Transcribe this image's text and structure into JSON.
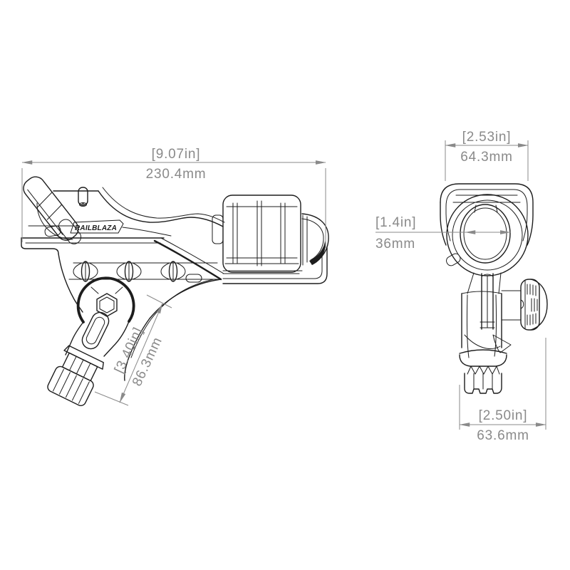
{
  "colors": {
    "background": "#ffffff",
    "line": "#1d1d1d",
    "dimension": "#8a8a8a"
  },
  "brand": {
    "logo_text": "RAILBLAZA"
  },
  "views": {
    "side": {
      "label": "side-view-of-rod-holder",
      "dimensions": {
        "overall_length": {
          "inches": "[9.07in]",
          "millimeters": "230.4mm"
        },
        "mount_height": {
          "inches": "[3.40in]",
          "millimeters": "86.3mm"
        }
      }
    },
    "front": {
      "label": "front-view-of-rod-holder",
      "dimensions": {
        "overall_width": {
          "inches": "[2.53in]",
          "millimeters": "64.3mm"
        },
        "inner_diameter": {
          "inches": "[1.4in]",
          "millimeters": "36mm"
        },
        "base_width": {
          "inches": "[2.50in]",
          "millimeters": "63.6mm"
        }
      }
    }
  }
}
